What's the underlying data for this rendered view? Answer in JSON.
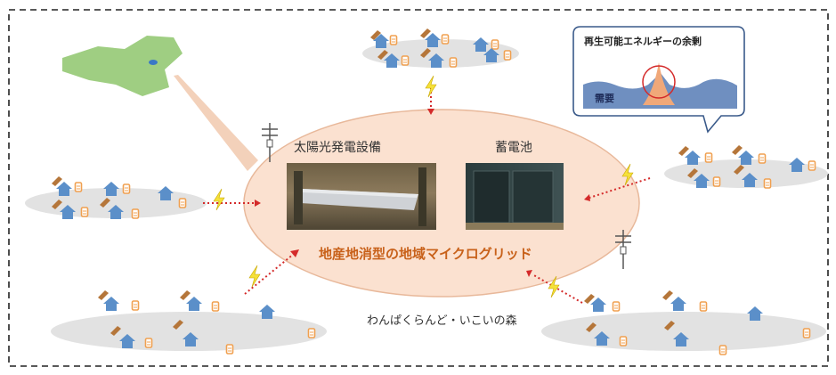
{
  "labels": {
    "solar": "太陽光発電設備",
    "battery": "蓄電池",
    "microgrid": "地産地消型の地域マイクログリッド",
    "forest": "わんぱくらんど・いこいの森",
    "surplus": "再生可能エネルギーの余剰",
    "demand": "需要"
  },
  "colors": {
    "ellipse_fill": "#fbe1d0",
    "ellipse_stroke": "#e8b89a",
    "house_blue": "#5b8fc9",
    "battery_orange": "#f0a050",
    "panel_brown": "#b5763a",
    "group_ellipse": "#e2e2e2",
    "map_green": "#9fce82",
    "bolt_yellow": "#f5e13a",
    "arrow_red": "#d42a2a",
    "title_orange": "#c8611a"
  },
  "icons": [
    "house-icon",
    "battery-icon",
    "solar-panel-icon",
    "lightning-icon",
    "utility-pole-icon"
  ]
}
